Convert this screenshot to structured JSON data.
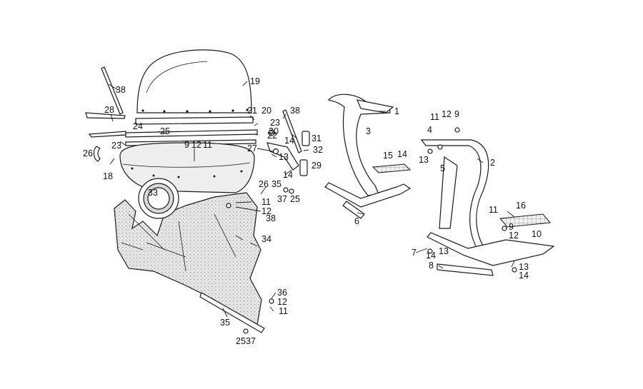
{
  "colors": {
    "background": "#ffffff",
    "ink": "#1a1a1a",
    "panel_fill": "#ececec",
    "shadow_fill": "#d0d0d0"
  },
  "callouts": [
    "38",
    "19",
    "28",
    "21",
    "20",
    "38",
    "24",
    "25",
    "23",
    "30",
    "14",
    "31",
    "22",
    "23",
    "9",
    "12",
    "11",
    "27",
    "13",
    "32",
    "26",
    "18",
    "14",
    "29",
    "26",
    "35",
    "37",
    "25",
    "33",
    "11",
    "12",
    "38",
    "34",
    "36",
    "12",
    "11",
    "35",
    "25",
    "37",
    "1",
    "3",
    "11",
    "12",
    "9",
    "4",
    "2",
    "14",
    "13",
    "15",
    "5",
    "6",
    "16",
    "11",
    "9",
    "12",
    "10",
    "7",
    "14",
    "13",
    "8",
    "13",
    "14"
  ]
}
